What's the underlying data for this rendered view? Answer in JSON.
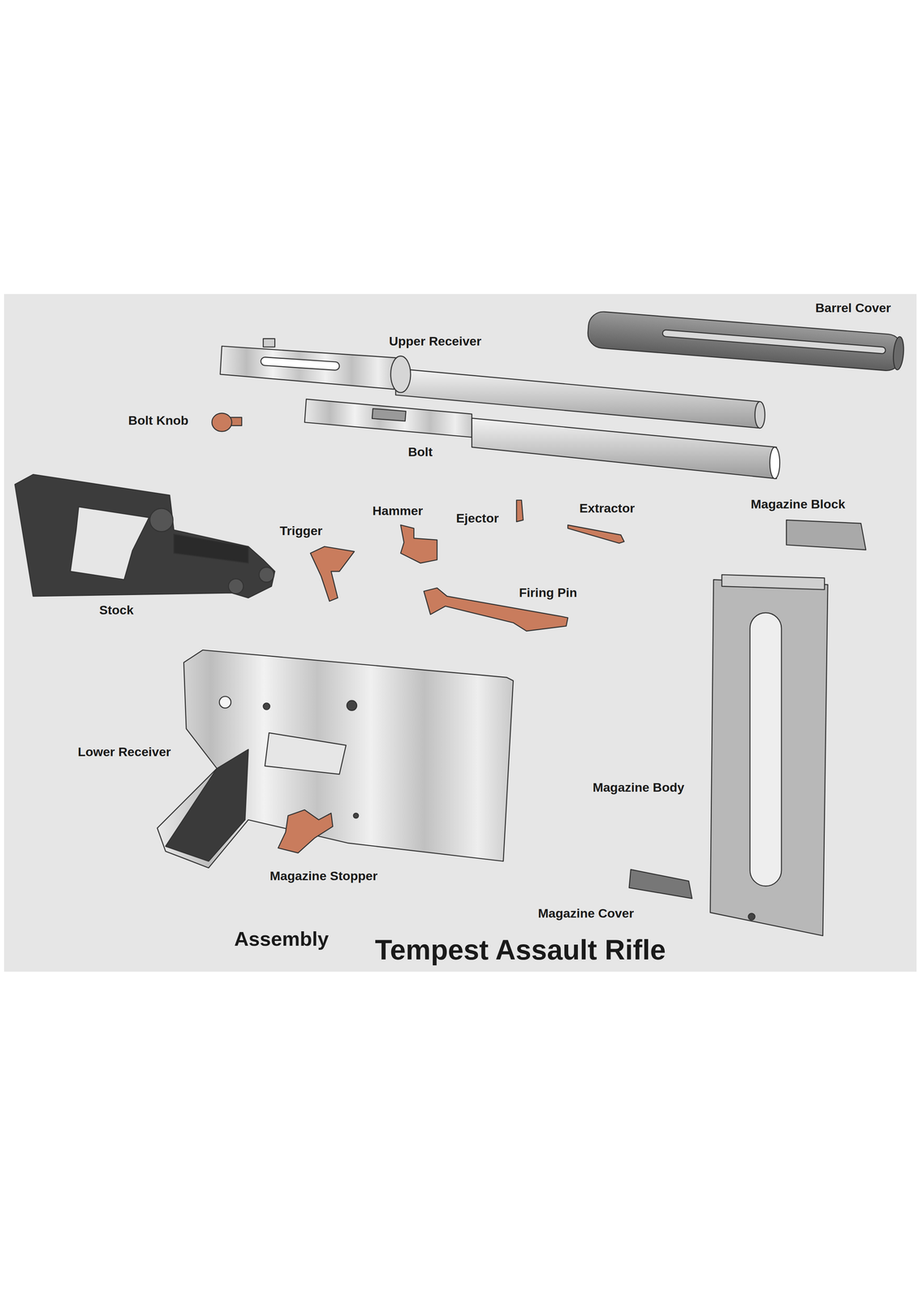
{
  "diagram": {
    "title": "Tempest Assault Rifle",
    "labels": [
      "Barrel Cover",
      "Upper Receiver",
      "Bolt Knob",
      "Bolt",
      "Stock",
      "Trigger",
      "Hammer",
      "Ejector",
      "Extractor",
      "Magazine Block",
      "Firing Pin",
      "Lower Receiver",
      "Magazine Body",
      "Magazine Stopper",
      "Magazine Cover",
      "Assembly"
    ]
  }
}
